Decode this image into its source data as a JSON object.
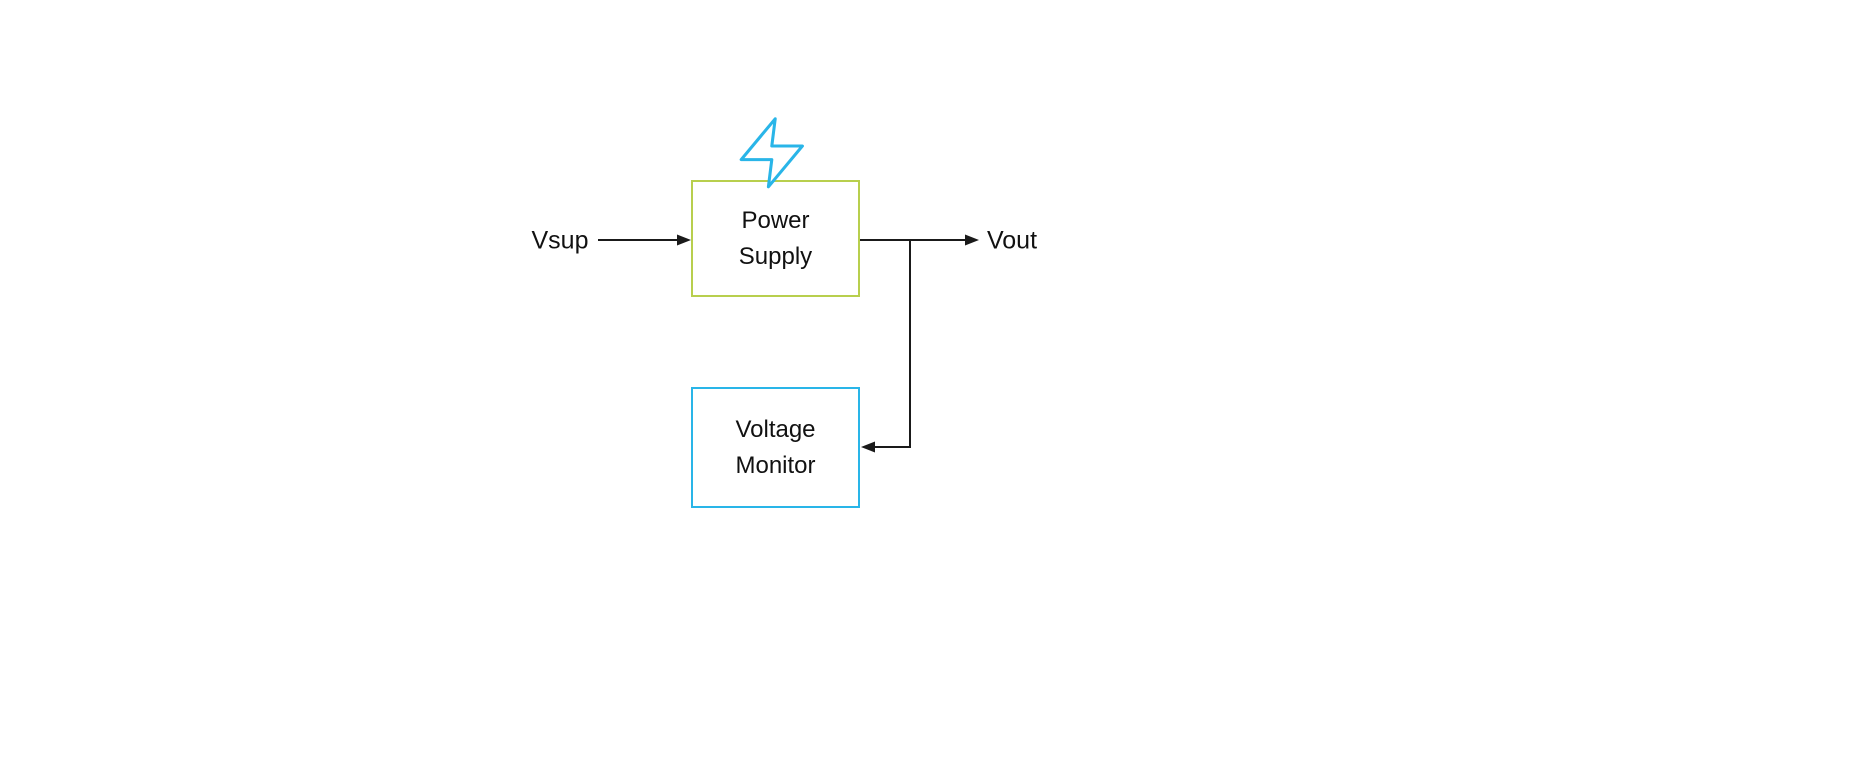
{
  "diagram": {
    "background_color": "#ffffff",
    "line_color": "#1a1a1a",
    "text_color": "#111111",
    "nodes": {
      "power_supply": {
        "label": "Power Supply",
        "lines": [
          "Power",
          "Supply"
        ],
        "border_color": "#b8cf4d"
      },
      "voltage_monitor": {
        "label": "Voltage Monitor",
        "lines": [
          "Voltage",
          "Monitor"
        ],
        "border_color": "#29b5e8"
      }
    },
    "labels": {
      "input": "Vsup",
      "output": "Vout"
    },
    "icons": {
      "lightning": {
        "name": "lightning-icon",
        "color": "#29b5e8"
      }
    }
  }
}
